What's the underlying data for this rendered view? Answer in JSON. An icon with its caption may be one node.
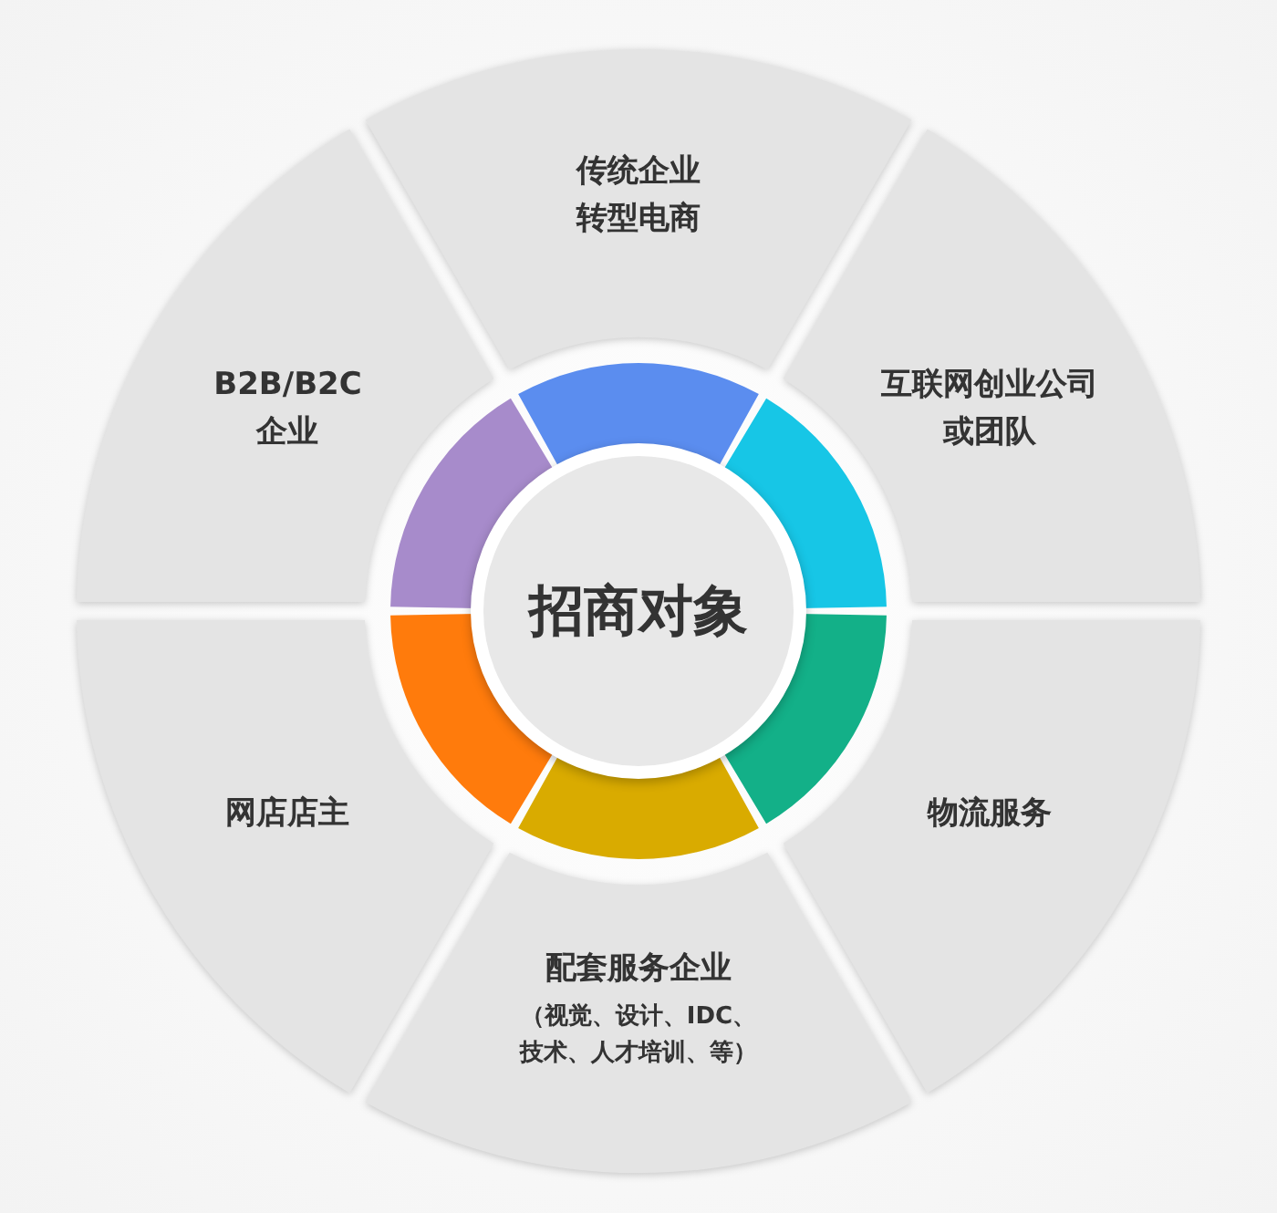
{
  "diagram": {
    "nodes": [
      {
        "text": [
          "招商对象"
        ]
      },
      {
        "text": [
          "传统企业转型电商"
        ]
      },
      {
        "text": [
          "互联网创业公司或团队"
        ]
      },
      {
        "text": [
          "物流服务"
        ]
      },
      {
        "text": [
          "配套服务企业",
          "（视觉、设计、IDC、技术、人才培训、等）"
        ]
      },
      {
        "text": [
          "网店店主"
        ]
      },
      {
        "text": [
          "B2B/B2C企业"
        ]
      }
    ]
  }
}
